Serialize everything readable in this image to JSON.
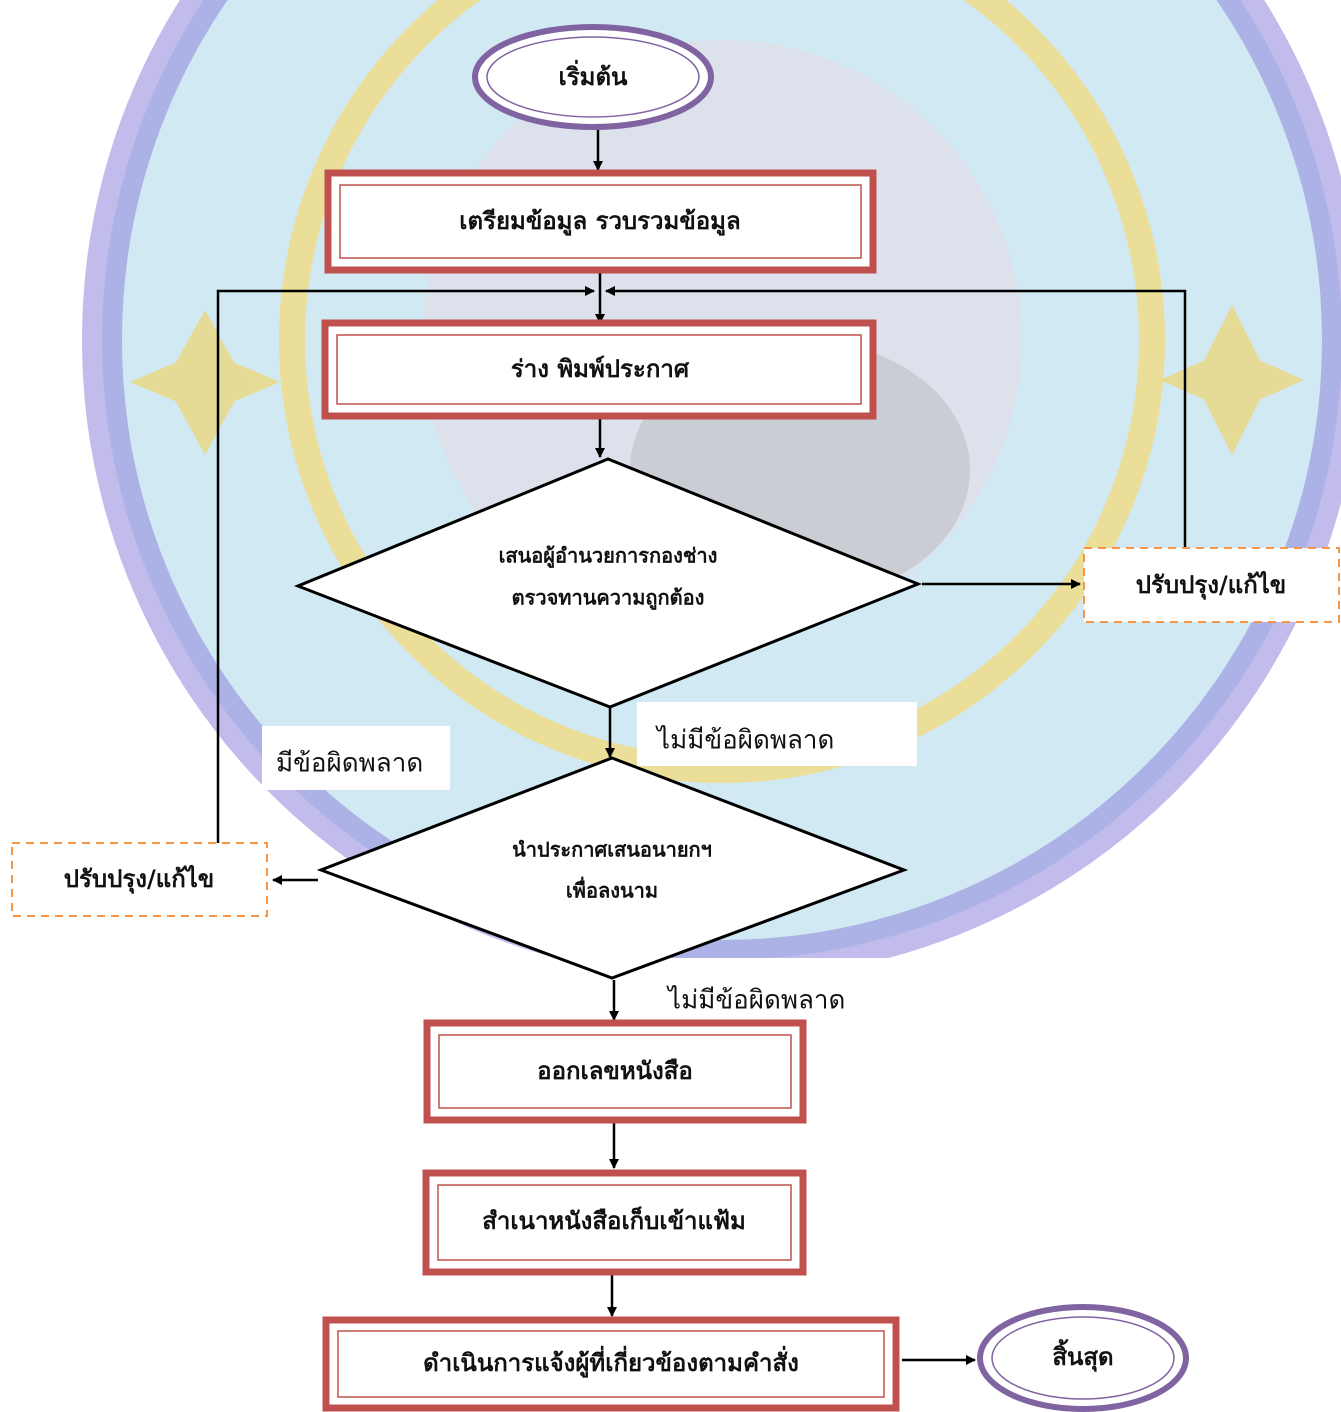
{
  "colors": {
    "box_border": "#c0504d",
    "ellipse_border": "#8064a2",
    "dashed_border": "#f79646",
    "arrow": "#000000",
    "seal_background": "#c9e6f2",
    "seal_ring": "#6a5acd",
    "seal_gold": "#f5d35a"
  },
  "nodes": {
    "start": "เริ่มต้น",
    "prepare": "เตรียมข้อมูล รวบรวมข้อมูล",
    "draft": "ร่าง พิมพ์ประกาศ",
    "review_line1": "เสนอผู้อำนวยการกองช่าง",
    "review_line2": "ตรวจทานความถูกต้อง",
    "fix_right": "ปรับปรุง/แก้ไข",
    "sign_line1": "นำประกาศเสนอนายกฯ",
    "sign_line2": "เพื่อลงนาม",
    "fix_left": "ปรับปรุง/แก้ไข",
    "number": "ออกเลขหนังสือ",
    "copy": "สำเนาหนังสือเก็บเข้าแฟ้ม",
    "notify": "ดำเนินการแจ้งผู้ที่เกี่ยวข้องตามคำสั่ง",
    "end": "สิ้นสุด"
  },
  "edge_labels": {
    "no_error_1": "ไม่มีข้อผิดพลาด",
    "has_error": "มีข้อผิดพลาด",
    "no_error_2": "ไม่มีข้อผิดพลาด"
  }
}
